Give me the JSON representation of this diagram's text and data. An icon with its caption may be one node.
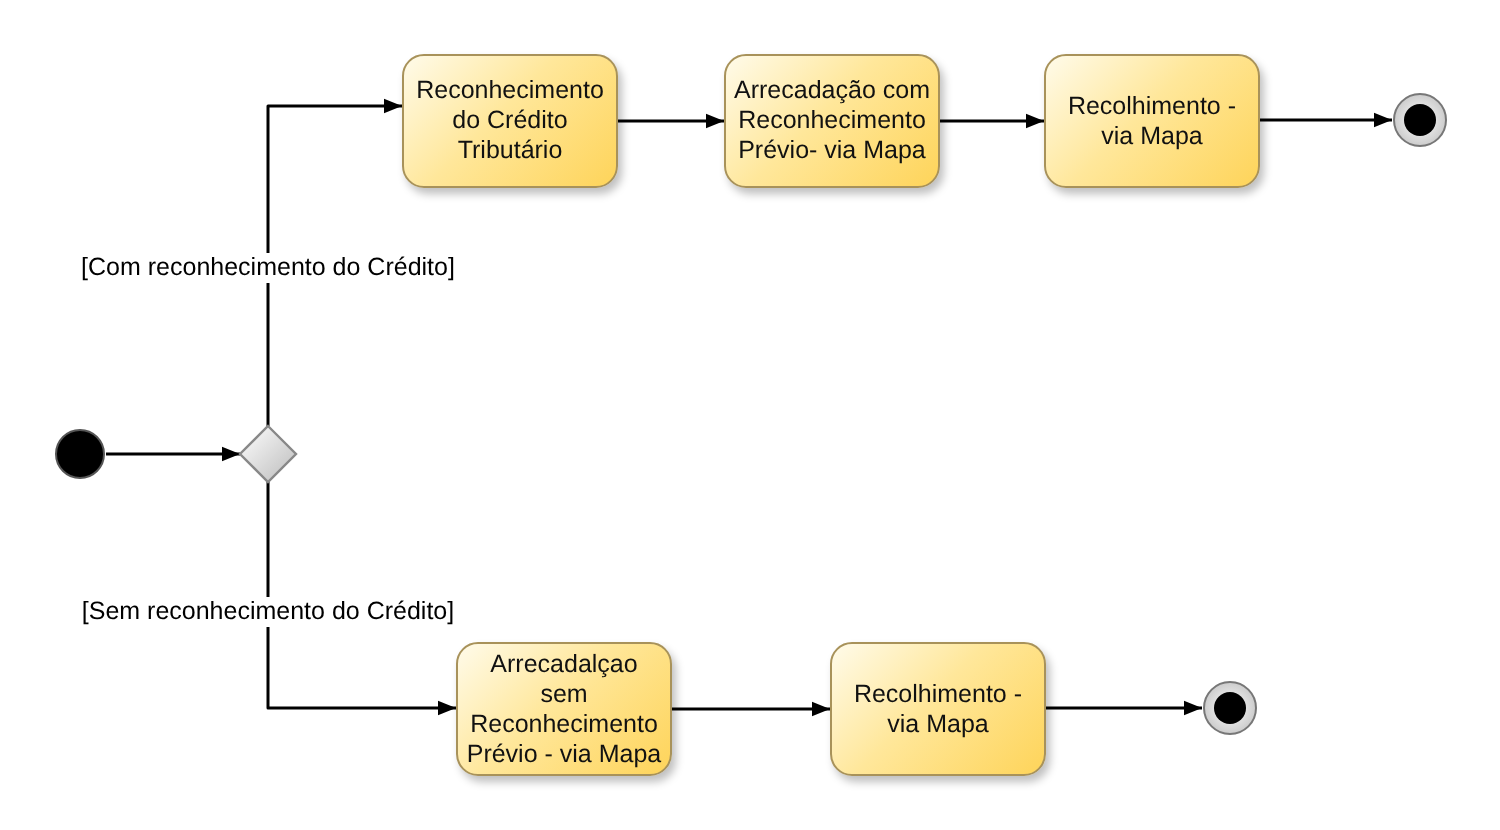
{
  "diagram": {
    "nodes": [
      {
        "text": [],
        "shape": "circle"
      },
      {
        "text": [],
        "shape": "diamond"
      },
      {
        "text": [
          "Reconhecimento do Crédito Tributário"
        ]
      },
      {
        "text": [
          "Arrecadação com Reconhecimento Prévio- via Mapa"
        ]
      },
      {
        "text": [
          "Recolhimento - via Mapa"
        ]
      },
      {
        "text": [],
        "shape": "circle"
      },
      {
        "text": [
          "Arrecadalçao sem Reconhecimento Prévio - via Mapa"
        ]
      },
      {
        "text": [
          "Recolhimento - via Mapa"
        ]
      },
      {
        "text": [],
        "shape": "circle"
      }
    ],
    "edges": [
      {
        "from": 0,
        "to": 1,
        "arrow": "to"
      },
      {
        "from": 1,
        "to": 2,
        "arrow": "to",
        "label": "[Com reconhecimento do Crédito]"
      },
      {
        "from": 2,
        "to": 3,
        "arrow": "to"
      },
      {
        "from": 3,
        "to": 4,
        "arrow": "to"
      },
      {
        "from": 4,
        "to": 5,
        "arrow": "to"
      },
      {
        "from": 1,
        "to": 6,
        "arrow": "to",
        "label": "[Sem reconhecimento do Crédito]"
      },
      {
        "from": 6,
        "to": 7,
        "arrow": "to"
      },
      {
        "from": 7,
        "to": 8,
        "arrow": "to"
      }
    ]
  }
}
